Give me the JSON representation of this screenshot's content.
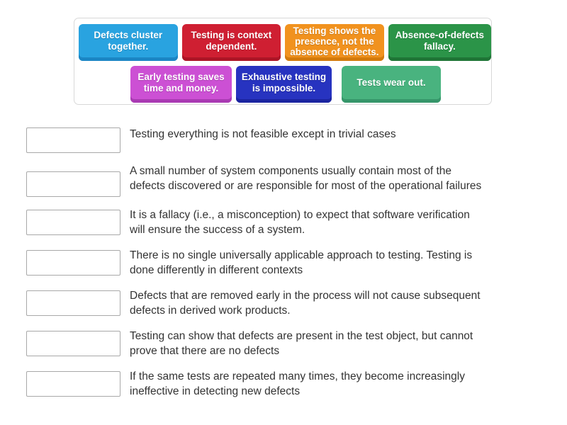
{
  "activity": {
    "type": "match-up",
    "tiles_panel": {
      "rows": [
        {
          "tiles": [
            {
              "id": "defects-cluster",
              "label": "Defects cluster together.",
              "color": "#29a3e0"
            },
            {
              "id": "context-dependent",
              "label": "Testing is context dependent.",
              "color": "#cf1f32"
            },
            {
              "id": "presence-absence",
              "label": "Testing shows the presence, not the absence of defects.",
              "color": "#f1921e"
            },
            {
              "id": "absence-fallacy",
              "label": "Absence-of-defects fallacy.",
              "color": "#2b9448"
            }
          ]
        },
        {
          "tiles": [
            {
              "id": "early-testing",
              "label": "Early testing saves time and money.",
              "color": "#cc50d4"
            },
            {
              "id": "exhaustive-testing",
              "label": "Exhaustive testing is impossible.",
              "color": "#2733c0"
            },
            {
              "id": "tests-wear-out",
              "label": "Tests wear out.",
              "color": "#49b37f"
            }
          ]
        }
      ]
    },
    "answers": [
      {
        "id": "answer-1",
        "dropped_value": "",
        "text": "Testing everything is not feasible except in trivial cases"
      },
      {
        "id": "answer-2",
        "dropped_value": "",
        "text": "A small number of system components usually contain most of the defects discovered or are responsible for most of the operational failures"
      },
      {
        "id": "answer-3",
        "dropped_value": "",
        "text": "It is a fallacy (i.e., a misconception) to expect that software verification will ensure the success of a system."
      },
      {
        "id": "answer-4",
        "dropped_value": "",
        "text": "There is no single universally applicable approach to testing. Testing is done differently in different contexts"
      },
      {
        "id": "answer-5",
        "dropped_value": "",
        "text": "Defects that are removed early in the process will not cause subsequent defects in derived work products."
      },
      {
        "id": "answer-6",
        "dropped_value": "",
        "text": "Testing can show that defects are present in the test object, but cannot prove that there are no defects"
      },
      {
        "id": "answer-7",
        "dropped_value": "",
        "text": "If the same tests are repeated many times, they become increasingly ineffective in detecting new defects"
      }
    ]
  }
}
